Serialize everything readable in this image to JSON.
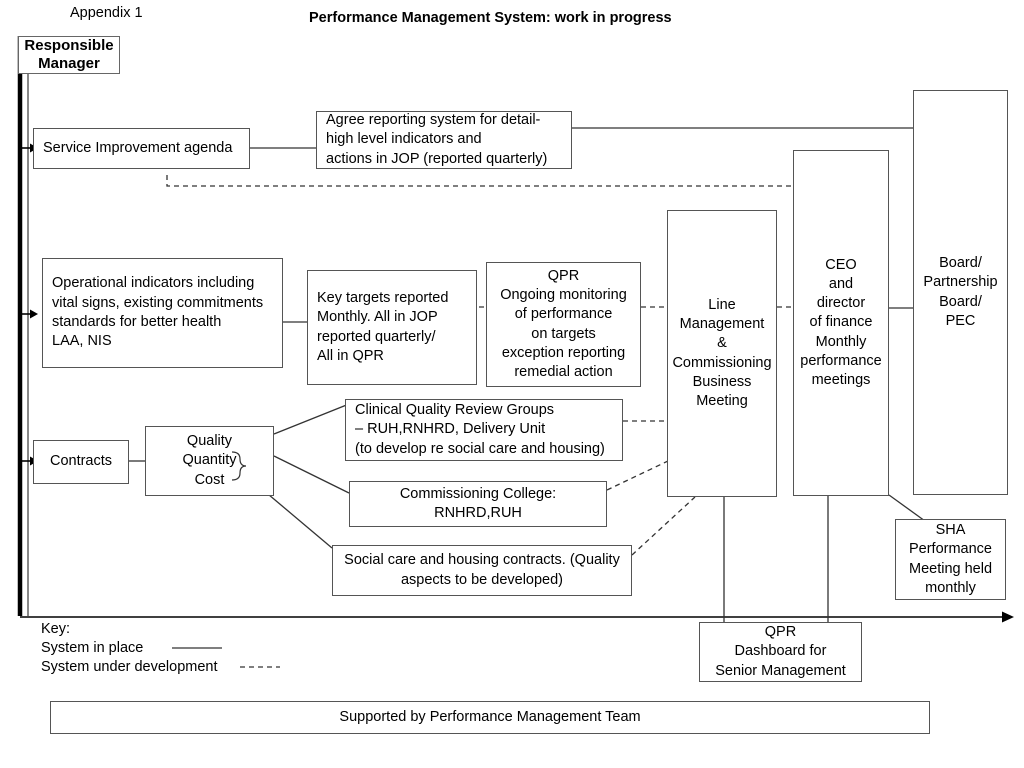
{
  "page": {
    "appendix_label": "Appendix 1",
    "title": "Performance Management System: work in progress"
  },
  "nodes": {
    "responsible_manager": "Responsible\nManager",
    "service_improvement": "Service Improvement agenda",
    "agree_reporting": "Agree reporting system for detail-\nhigh level indicators and\nactions in JOP (reported quarterly)",
    "operational_indicators": "Operational indicators including\nvital signs, existing commitments\nstandards for better health\nLAA, NIS",
    "key_targets": "Key targets reported\nMonthly. All in JOP\nreported quarterly/\nAll in QPR",
    "qpr_monitoring": "QPR\nOngoing monitoring\nof performance\non targets\nexception reporting\nremedial action",
    "line_management": "Line\nManagement\n&\nCommissioning\nBusiness\nMeeting",
    "ceo_finance": "CEO\nand\ndirector\nof finance\nMonthly\nperformance\nmeetings",
    "board_partnership": "Board/\nPartnership\nBoard/\nPEC",
    "contracts": "Contracts",
    "quality_quantity_cost": "Quality\nQuantity\nCost",
    "clinical_quality": "Clinical Quality Review Groups\n– RUH,RNHRD, Delivery Unit\n(to develop re social care and housing)",
    "commissioning_college": "Commissioning College:\nRNHRD,RUH",
    "social_care": "Social care and housing contracts. (Quality\naspects to be developed)",
    "sha_performance": "SHA\nPerformance\nMeeting held\nmonthly",
    "qpr_dashboard": "QPR\nDashboard for\nSenior Management",
    "supported_by": "Supported by Performance Management Team"
  },
  "key": {
    "heading": "Key:",
    "in_place": "System in place",
    "under_development": "System under development"
  },
  "colors": {
    "line": "#555555",
    "text": "#000000",
    "background": "#ffffff"
  }
}
